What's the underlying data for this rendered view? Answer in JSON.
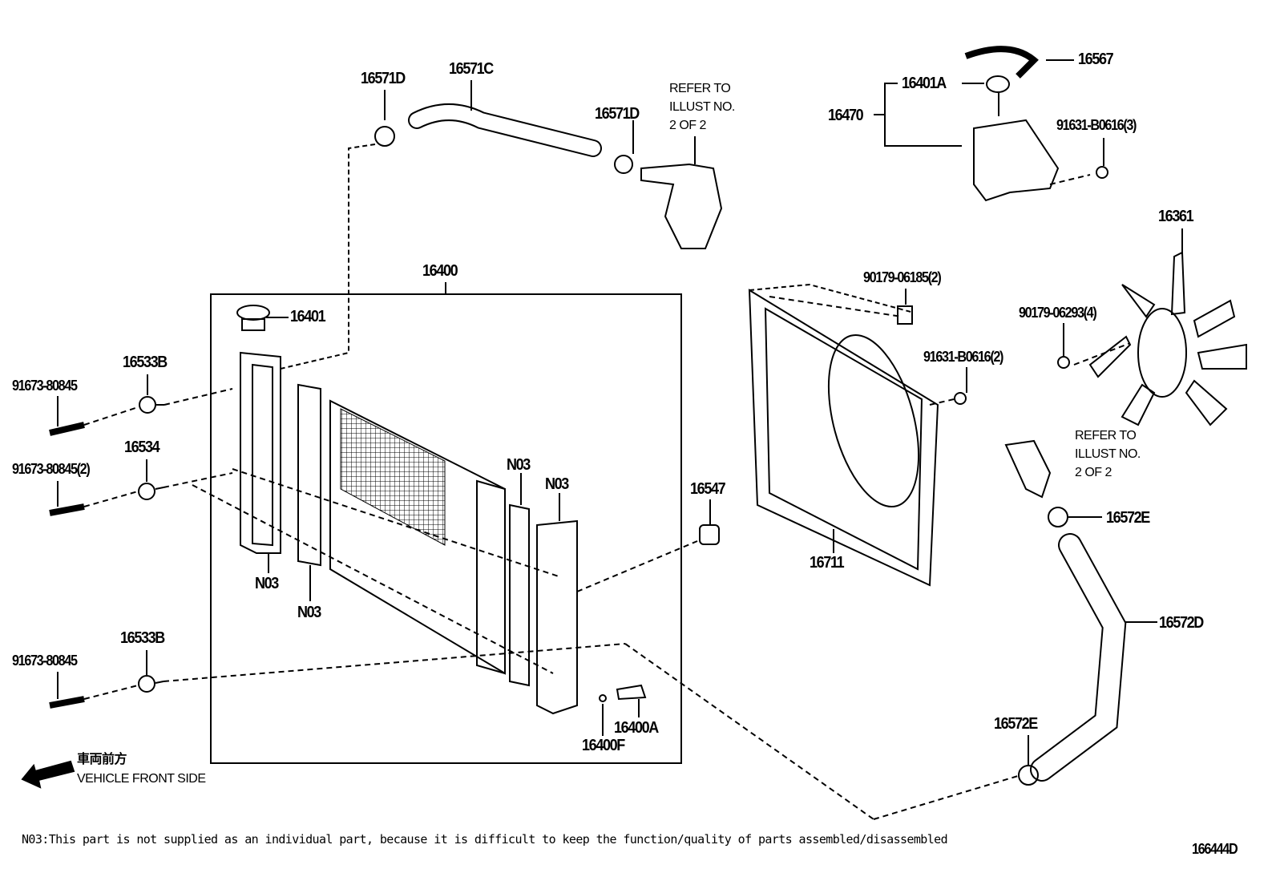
{
  "diagram_id": "166444D",
  "labels": {
    "p16571D_a": "16571D",
    "p16571C": "16571C",
    "p16571D_b": "16571D",
    "p16567": "16567",
    "p16401A": "16401A",
    "p16470": "16470",
    "p91631_3": "91631-B0616(3)",
    "p16361": "16361",
    "p90179_06185": "90179-06185(2)",
    "p90179_06293": "90179-06293(4)",
    "p91631_2": "91631-B0616(2)",
    "p16572E_a": "16572E",
    "p16572D": "16572D",
    "p16572E_b": "16572E",
    "p16711": "16711",
    "p16547": "16547",
    "p16400": "16400",
    "p16401": "16401",
    "p16533B_a": "16533B",
    "p91673_a": "91673-80845",
    "p16534": "16534",
    "p91673_2": "91673-80845(2)",
    "n03_a": "N03",
    "n03_b": "N03",
    "n03_c": "N03",
    "n03_d": "N03",
    "p16533B_b": "16533B",
    "p91673_b": "91673-80845",
    "p16400A": "16400A",
    "p16400F": "16400F"
  },
  "refer_top": [
    "REFER TO",
    "ILLUST NO.",
    "2 OF 2"
  ],
  "refer_right": [
    "REFER TO",
    "ILLUST NO.",
    "2 OF 2"
  ],
  "front_jp": "車両前方",
  "front_en": "VEHICLE FRONT SIDE",
  "footnote": "N03:This part is not supplied as an individual part, because it is difficult to keep the function/quality of parts assembled/disassembled",
  "icons": [
    "front-direction-arrow"
  ]
}
